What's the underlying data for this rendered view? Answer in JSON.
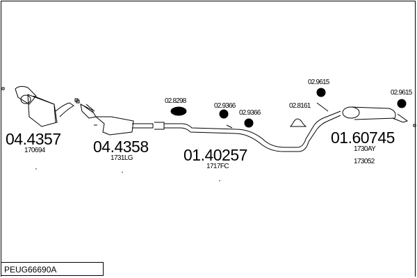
{
  "diagram_code": "PEUG66690A",
  "parts": [
    {
      "number": "04.4357",
      "ref": "170694"
    },
    {
      "number": "04.4358",
      "ref": "1731LG"
    },
    {
      "number": "01.40257",
      "ref": "1717FC"
    },
    {
      "number": "01.60745",
      "ref": "1730AY",
      "ref2": "173052"
    }
  ],
  "clamps": [
    "02.8298",
    "02.9366",
    "02.9366",
    "02.8161",
    "02.9615",
    "02.9615"
  ]
}
